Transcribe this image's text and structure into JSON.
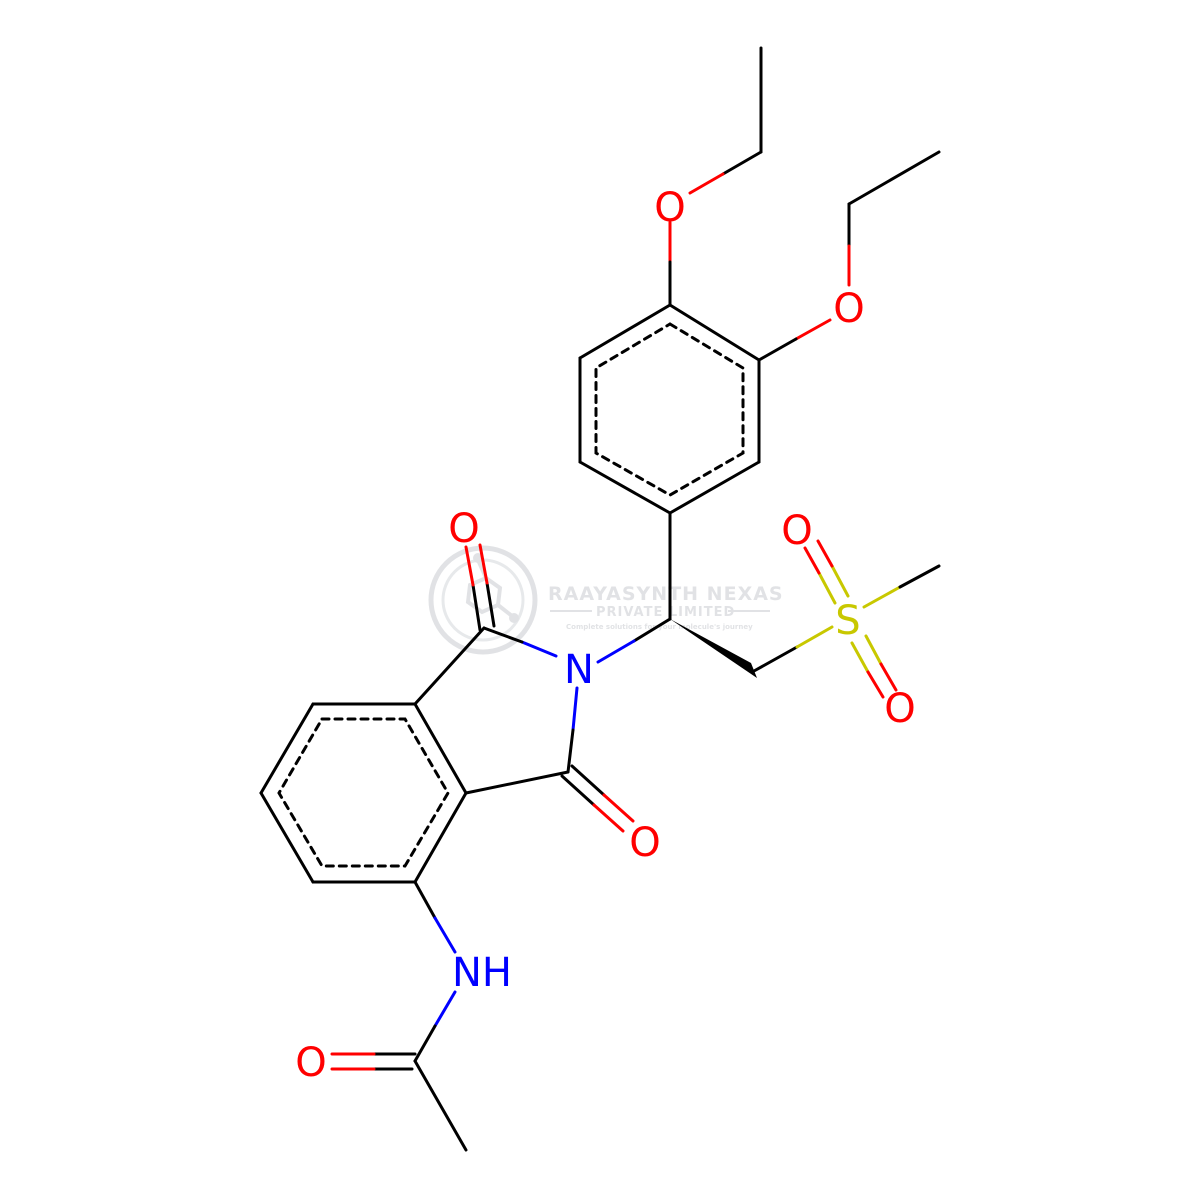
{
  "colors": {
    "background": "#ffffff",
    "bond": "#000000",
    "oxygen": "#ff0000",
    "nitrogen": "#0000ff",
    "sulfur": "#c8c800",
    "watermark": "#c9ccd0"
  },
  "watermark": {
    "title": "RAAYASYNTH NEXAS",
    "subtitle": "PRIVATE LIMITED",
    "tagline": "Complete solutions for your molecule's journey",
    "logo_icon": "molecule-circle-logo"
  },
  "atom_labels": {
    "o_ethoxy_top": "O",
    "o_ethoxy_right": "O",
    "o_imide_top": "O",
    "o_imide_bottom": "O",
    "o_sulfonyl_top": "O",
    "o_sulfonyl_bottom": "O",
    "o_amide": "O",
    "n_imide": "N",
    "s_sulfonyl": "S",
    "nh_amide": "NH"
  }
}
